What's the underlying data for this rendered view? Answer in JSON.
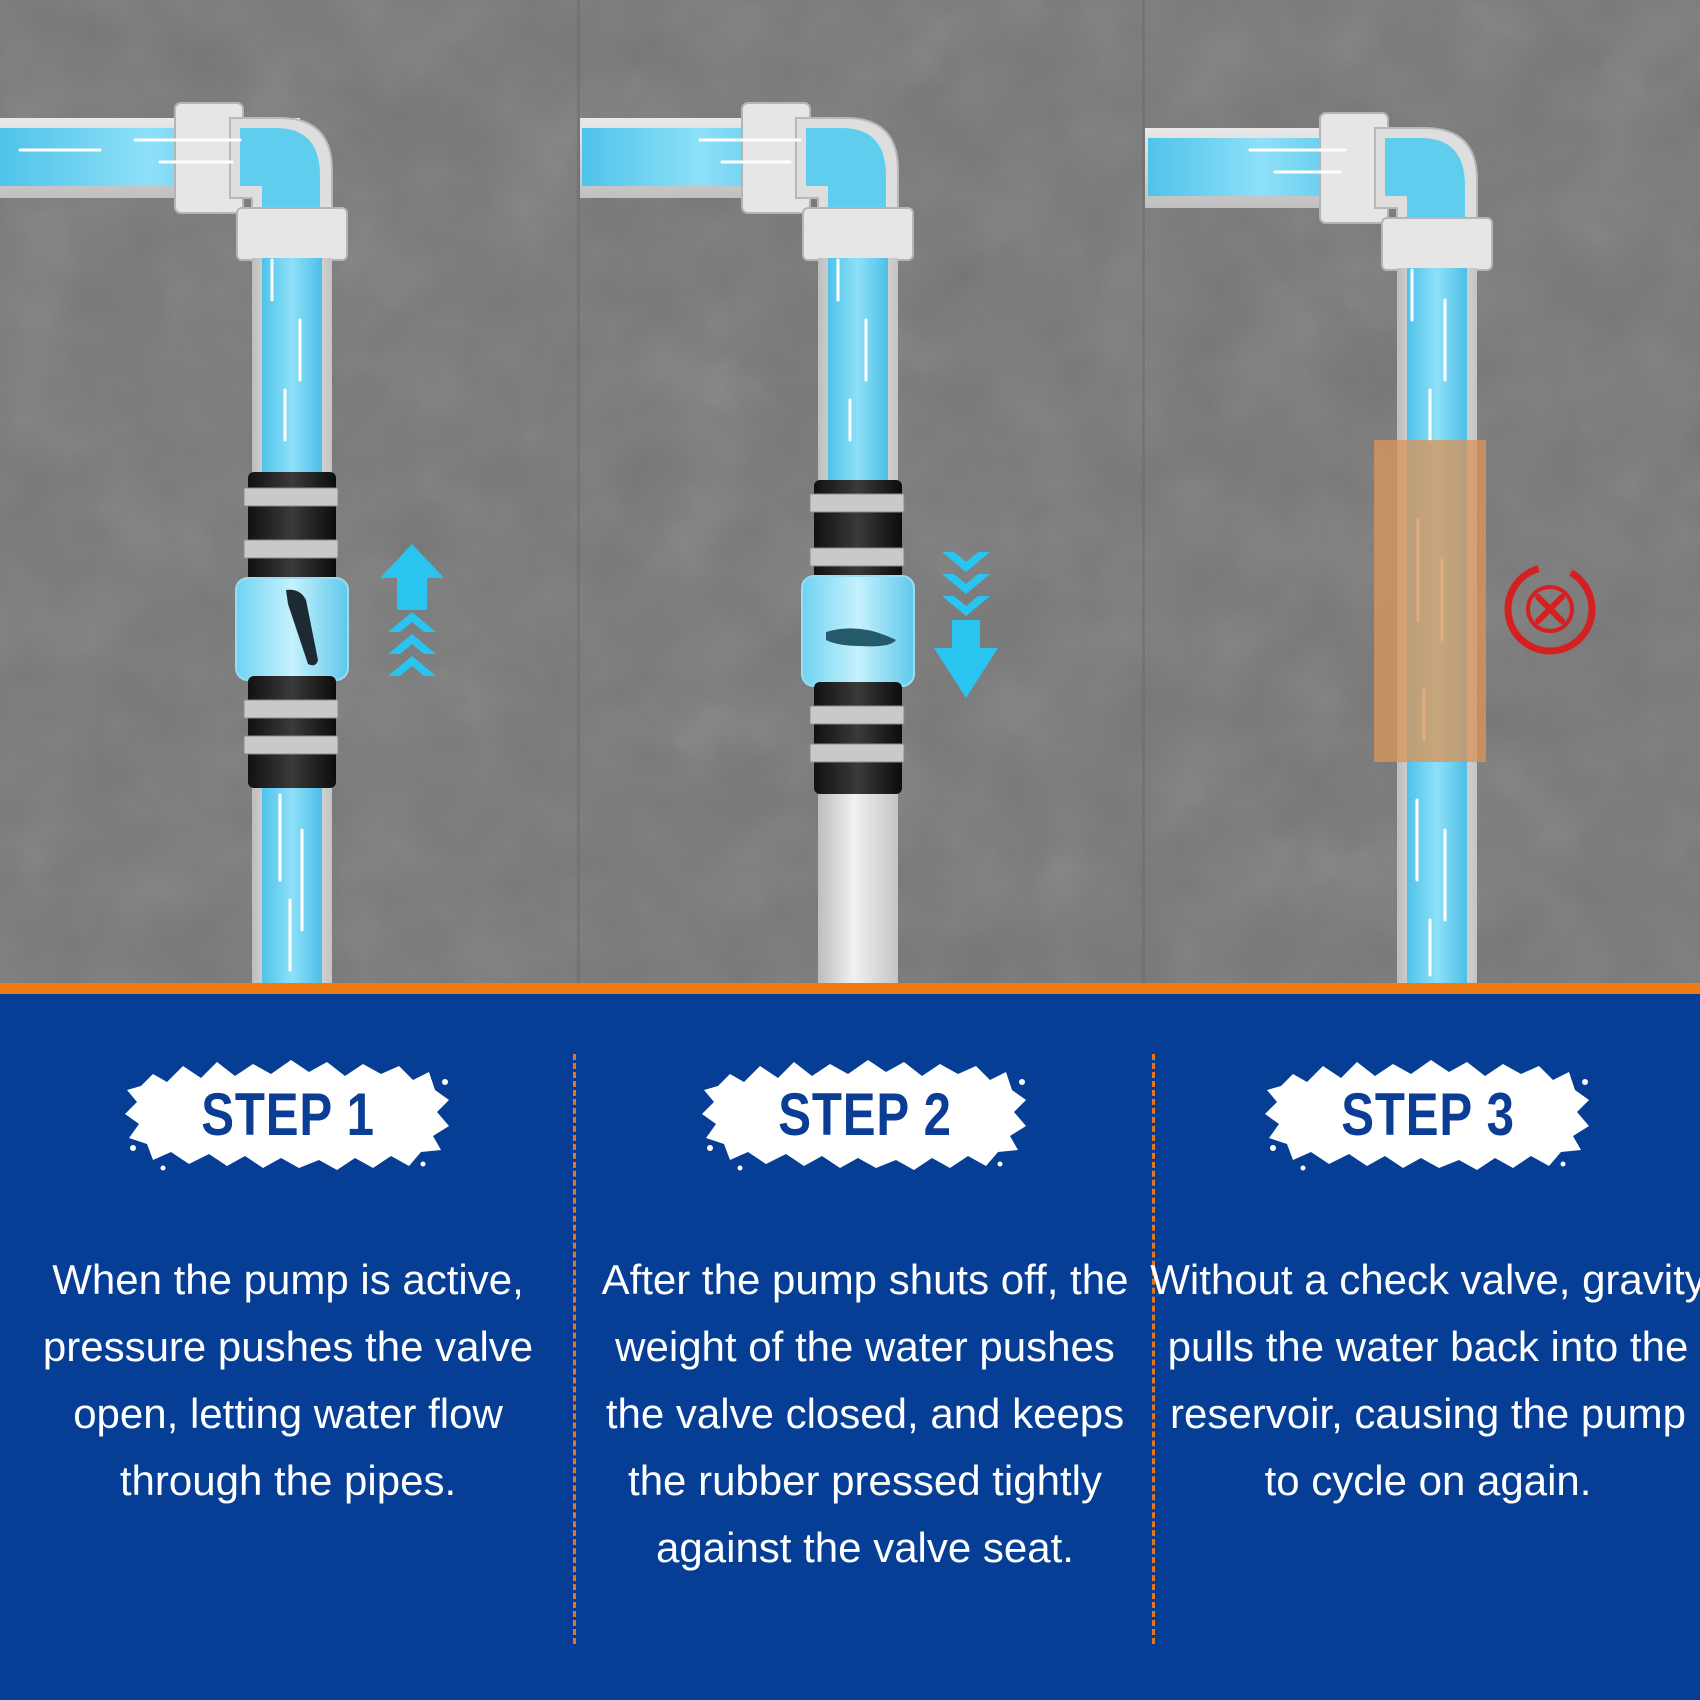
{
  "colors": {
    "wall": "#7d7d7d",
    "pipe": "#dcdcdc",
    "water": "#5fcdee",
    "panel": "#063e96",
    "accent_orange": "#f07a14",
    "arrow_cyan": "#29c5f0",
    "warning_red": "#d42020"
  },
  "steps": [
    {
      "title": "STEP 1",
      "description": "When the pump is active, pressure pushes the valve open, letting water flow through the pipes.",
      "valve_state": "open",
      "flow_indicator": "arrow-up-icon"
    },
    {
      "title": "STEP 2",
      "description": "After the pump shuts off, the weight of the water pushes the valve closed, and keeps the rubber pressed tightly against the valve seat.",
      "valve_state": "closed",
      "flow_indicator": "arrow-down-icon"
    },
    {
      "title": "STEP 3",
      "description": "Without a check valve, gravity pulls the water back into the reservoir, causing the pump to cycle on again.",
      "valve_state": "none",
      "flow_indicator": "no-valve-x-icon"
    }
  ]
}
